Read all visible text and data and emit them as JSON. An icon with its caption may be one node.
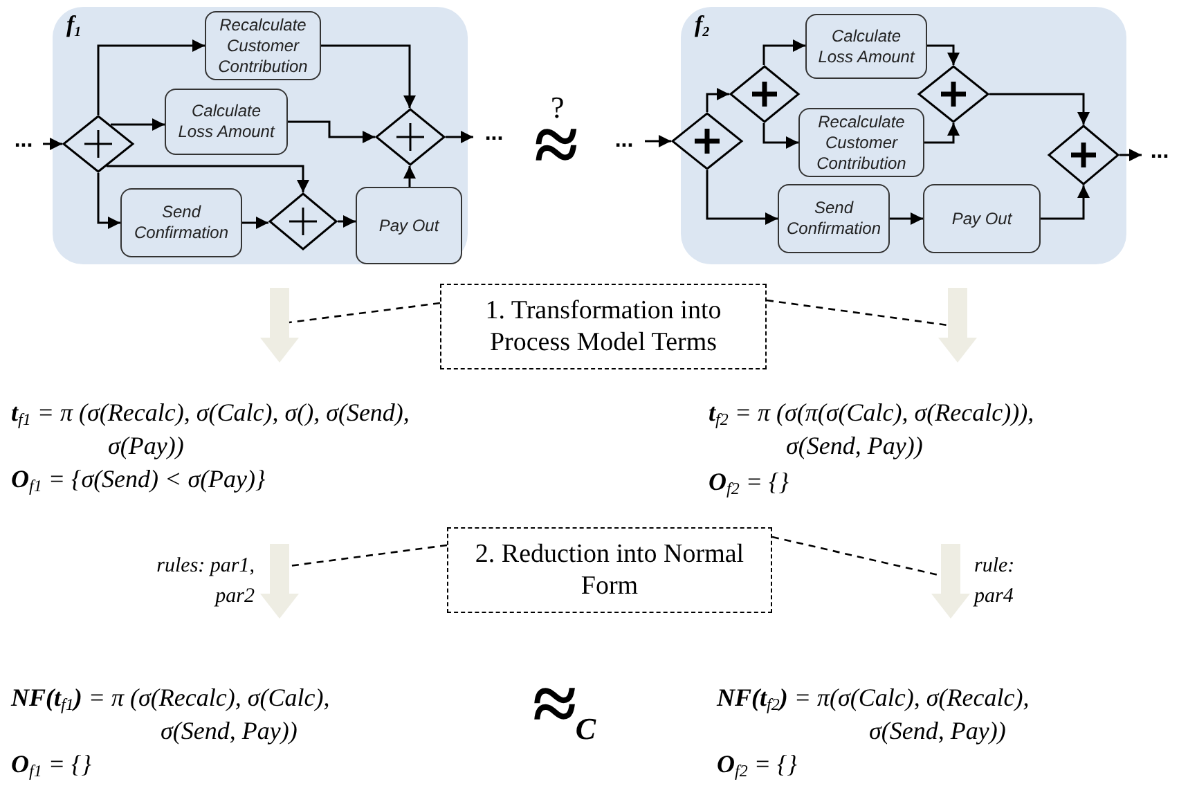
{
  "diagram": {
    "nodes": [
      {
        "text": [
          "..."
        ]
      },
      {
        "text": [
          "f$_{1}$"
        ]
      },
      {
        "text": [
          "Recalculate Customer Contribution"
        ],
        "in": 1
      },
      {
        "text": [
          "Calculate Loss Amount"
        ],
        "in": 1
      },
      {
        "text": [
          "Send Confirmation"
        ],
        "in": 1
      },
      {
        "text": [
          "Pay Out"
        ],
        "in": 1
      },
      {
        "text": [],
        "shape": "diamond",
        "in": 1
      },
      {
        "text": [],
        "shape": "diamond",
        "in": 1
      },
      {
        "text": [],
        "shape": "diamond",
        "in": 1
      },
      {
        "text": [
          "..."
        ]
      },
      {
        "text": [
          "..."
        ]
      },
      {
        "text": [
          "f$_{2}$"
        ]
      },
      {
        "text": [
          "Calculate Loss Amount"
        ],
        "in": 11
      },
      {
        "text": [
          "Recalculate Customer Contribution"
        ],
        "in": 11
      },
      {
        "text": [
          "Send Confirmation"
        ],
        "in": 11
      },
      {
        "text": [
          "Pay Out"
        ],
        "in": 11
      },
      {
        "text": [],
        "shape": "diamond",
        "in": 11
      },
      {
        "text": [],
        "shape": "diamond",
        "in": 11
      },
      {
        "text": [],
        "shape": "diamond",
        "in": 11
      },
      {
        "text": [],
        "shape": "diamond",
        "in": 11
      },
      {
        "text": [
          "..."
        ]
      },
      {
        "text": [
          "1. Transformation into Process Model Terms"
        ]
      },
      {
        "text": [],
        "shape": "arrow"
      },
      {
        "text": [],
        "shape": "arrow"
      },
      {
        "text": [
          "2. Reduction into Normal Form"
        ]
      },
      {
        "text": [],
        "shape": "arrow",
        "beside": [
          "rules: par1, par2"
        ]
      },
      {
        "text": [],
        "shape": "arrow",
        "beside": [
          "rule: par4"
        ]
      }
    ],
    "edges": [
      {
        "from": 0,
        "to": 6,
        "arrow": "to"
      },
      {
        "from": 6,
        "to": 2,
        "arrow": "to"
      },
      {
        "from": 6,
        "to": 3,
        "arrow": "to"
      },
      {
        "from": 6,
        "to": 7,
        "arrow": "to"
      },
      {
        "from": 6,
        "to": 4,
        "arrow": "to"
      },
      {
        "from": 4,
        "to": 7,
        "arrow": "to"
      },
      {
        "from": 7,
        "to": 5,
        "arrow": "to"
      },
      {
        "from": 2,
        "to": 8,
        "arrow": "to"
      },
      {
        "from": 3,
        "to": 8,
        "arrow": "to"
      },
      {
        "from": 5,
        "to": 8,
        "arrow": "to"
      },
      {
        "from": 8,
        "to": 9,
        "arrow": "to"
      },
      {
        "from": 10,
        "to": 16,
        "arrow": "to"
      },
      {
        "from": 16,
        "to": 17,
        "arrow": "to"
      },
      {
        "from": 16,
        "to": 14,
        "arrow": "to"
      },
      {
        "from": 17,
        "to": 12,
        "arrow": "to"
      },
      {
        "from": 17,
        "to": 13,
        "arrow": "to"
      },
      {
        "from": 12,
        "to": 18,
        "arrow": "to"
      },
      {
        "from": 13,
        "to": 18,
        "arrow": "to"
      },
      {
        "from": 18,
        "to": 19,
        "arrow": "to"
      },
      {
        "from": 14,
        "to": 15,
        "arrow": "to"
      },
      {
        "from": 15,
        "to": 19,
        "arrow": "to"
      },
      {
        "from": 19,
        "to": 20,
        "arrow": "to"
      },
      {
        "from": 21,
        "to": 22,
        "arrow": "none",
        "style": "dashed"
      },
      {
        "from": 21,
        "to": 23,
        "arrow": "none",
        "style": "dashed"
      },
      {
        "from": 24,
        "to": 25,
        "arrow": "none",
        "style": "dashed"
      },
      {
        "from": 24,
        "to": 26,
        "arrow": "none",
        "style": "dashed"
      }
    ],
    "labels": [
      "?",
      "≈",
      "**t**$_{f1}$ =  π (σ(Recalc), σ(Calc), σ(), σ(Send), σ(Pay))",
      "**O**$_{f1}$ = {σ(Send) < σ(Pay)}",
      "**t**$_{f2}$ = π (σ(π(σ(Calc), σ(Recalc))), σ(Send, Pay))",
      "**O**$_{f2}$ = {}",
      "**NF(t**$_{f1}$**)** = π (σ(Recalc), σ(Calc), σ(Send, Pay))",
      "≈$_{C}$",
      "**O**$_{f1}$ = {}",
      "**NF(t**$_{f2}$**)** = π(σ(Calc), σ(Recalc), σ(Send, Pay))",
      "**O**$_{f2}$ = {}"
    ]
  }
}
